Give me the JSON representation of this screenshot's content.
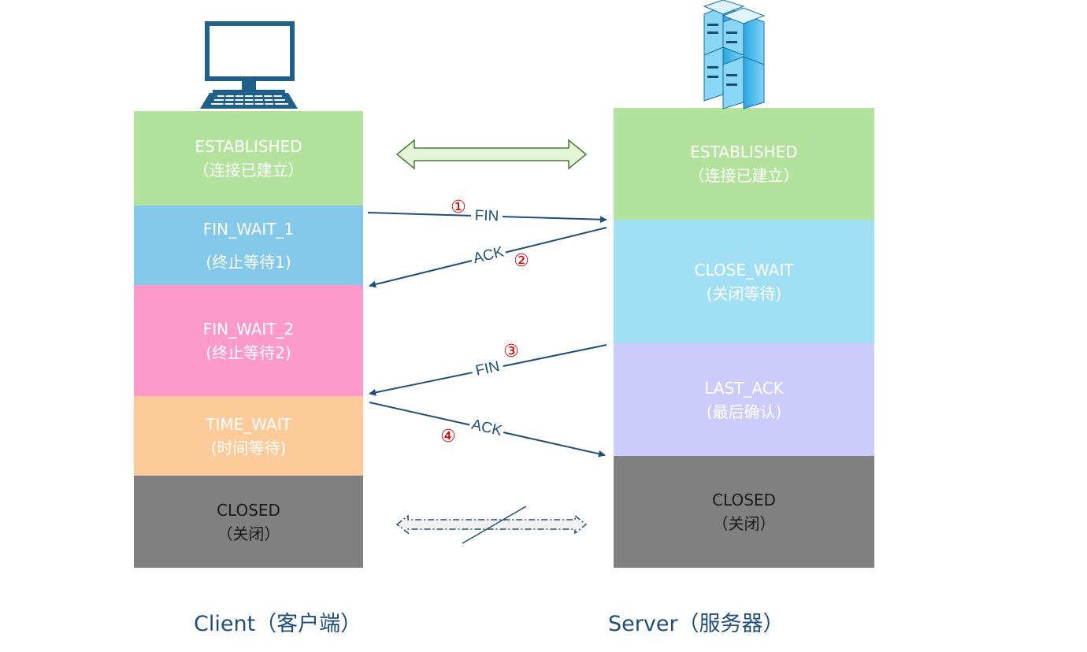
{
  "client": {
    "caption": "Client（客户端）",
    "states": [
      {
        "title": "ESTABLISHED",
        "subtitle": "（连接已建立）"
      },
      {
        "title": "FIN_WAIT_1",
        "subtitle": "(终止等待1)"
      },
      {
        "title": "FIN_WAIT_2",
        "subtitle": "(终止等待2)"
      },
      {
        "title": "TIME_WAIT",
        "subtitle": "(时间等待)"
      },
      {
        "title": "CLOSED",
        "subtitle": "（关闭）"
      }
    ]
  },
  "server": {
    "caption": "Server（服务器）",
    "states": [
      {
        "title": "ESTABLISHED",
        "subtitle": "（连接已建立）"
      },
      {
        "title": "CLOSE_WAIT",
        "subtitle": "(关闭等待)"
      },
      {
        "title": "LAST_ACK",
        "subtitle": "(最后确认)"
      },
      {
        "title": "CLOSED",
        "subtitle": "（关闭）"
      }
    ]
  },
  "messages": [
    {
      "step": "①",
      "label": "FIN"
    },
    {
      "step": "②",
      "label": "ACK"
    },
    {
      "step": "③",
      "label": "FIN"
    },
    {
      "step": "④",
      "label": "ACK"
    }
  ],
  "colors": {
    "established": "#b3e29c",
    "fin_wait_1": "#84c9ea",
    "fin_wait_2": "#fd9acc",
    "time_wait": "#fdca9a",
    "closed": "#808080",
    "close_wait": "#a0dff4",
    "last_ack": "#cccbfb",
    "arrow": "#1f4e79",
    "step_number": "#e00000"
  },
  "icons": {
    "client": "computer-monitor-icon",
    "server": "server-rack-icon"
  }
}
